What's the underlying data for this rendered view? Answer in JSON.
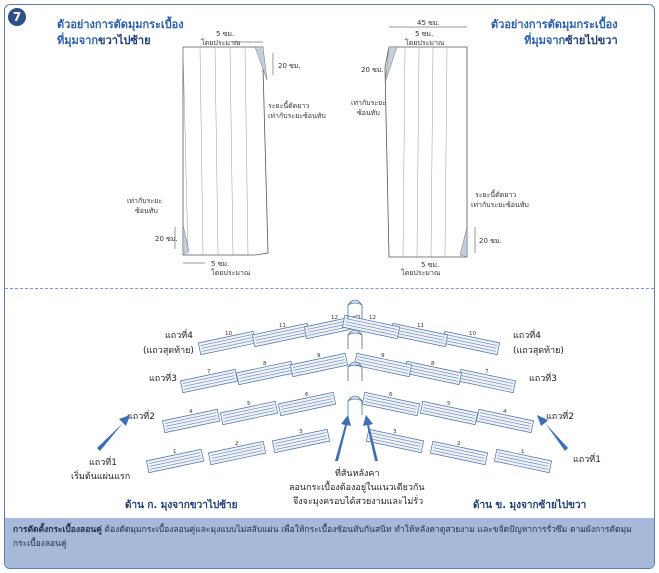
{
  "badge": "7",
  "top_left_title": {
    "line1": "ตัวอย่างการตัดมุมกระเบื้อง",
    "line2a": "ที่มุมจาก",
    "line2b": "ขวาไปซ้าย"
  },
  "top_right_title": {
    "line1": "ตัวอย่างการตัดมุมกระเบื้อง",
    "line2a": "ที่มุมจาก",
    "line2b": "ซ้ายไปขวา"
  },
  "left_panel": {
    "top_dim": "5 ซม.",
    "top_dim_sub": "โดยประมาณ",
    "side_dim_top": "20 ซม.",
    "note_top": "ระยะนี้ตัดยาว",
    "note_top2": "เท่ากับระยะซ้อนทับ",
    "note_bottom": "เท่ากับระยะ",
    "note_bottom2": "ซ้อนทับ",
    "side_dim_bottom": "20 ซม.",
    "bottom_dim": "5 ซม.",
    "bottom_dim_sub": "โดยประมาณ"
  },
  "right_panel": {
    "top_dim_45": "45 ซม.",
    "top_dim": "5 ซม.",
    "top_dim_sub": "โดยประมาณ",
    "side_dim_top": "20 ซม.",
    "note_top": "เท่ากับระยะ",
    "note_top2": "ซ้อนทับ",
    "note_bottom": "ระยะนี้ตัดยาว",
    "note_bottom2": "เท่ากับระยะซ้อนทับ",
    "side_dim_bottom": "20 ซม.",
    "bottom_dim": "5 ซม.",
    "bottom_dim_sub": "โดยประมาณ"
  },
  "rows_left": [
    "แถวที่1",
    "แถวที่2",
    "แถวที่3",
    "แถวที่4",
    "(แถวสุดท้าย)"
  ],
  "rows_right": [
    "แถวที่1",
    "แถวที่2",
    "แถวที่3",
    "แถวที่4",
    "(แถวสุดท้าย)"
  ],
  "start_note": "เริ่มต้นแผ่นแรก",
  "ridge_note": {
    "line1": "ที่สันหลังคา",
    "line2": "ลอนกระเบื้องต้องอยู่ในแนวเดียวกัน",
    "line3": "จึงจะมุงครอบได้สวยงามและไม่รั่ว"
  },
  "tile_numbers_left": [
    "1",
    "2",
    "3",
    "4",
    "5",
    "6",
    "7",
    "8",
    "9",
    "10",
    "11",
    "12"
  ],
  "tile_numbers_right": [
    "1",
    "2",
    "3",
    "4",
    "5",
    "6",
    "7",
    "8",
    "9",
    "10",
    "11",
    "12"
  ],
  "side_a": "ด้าน ก. มุงจากขวาไปซ้าย",
  "side_b": "ด้าน ข. มุงจากซ้ายไปขวา",
  "caption": {
    "bold": "การตัดตั้งกระเบื้องลอนคู่",
    "text": " ต้องตัดมุมกระเบื้องลอนคู่และมุงแบบไม่สลับแผ่น เพื่อให้กระเบื้องซ้อนทับกันสนิท ทำให้หลังคาดูสวยงาม และขจัดปัญหาการรั่วซึม ตามผังการตัดมุมกระเบื้องลอนคู่"
  },
  "colors": {
    "accent": "#2a5fb0",
    "caption_bg": "#a7b9d8",
    "arrow": "#3d6fb6"
  }
}
